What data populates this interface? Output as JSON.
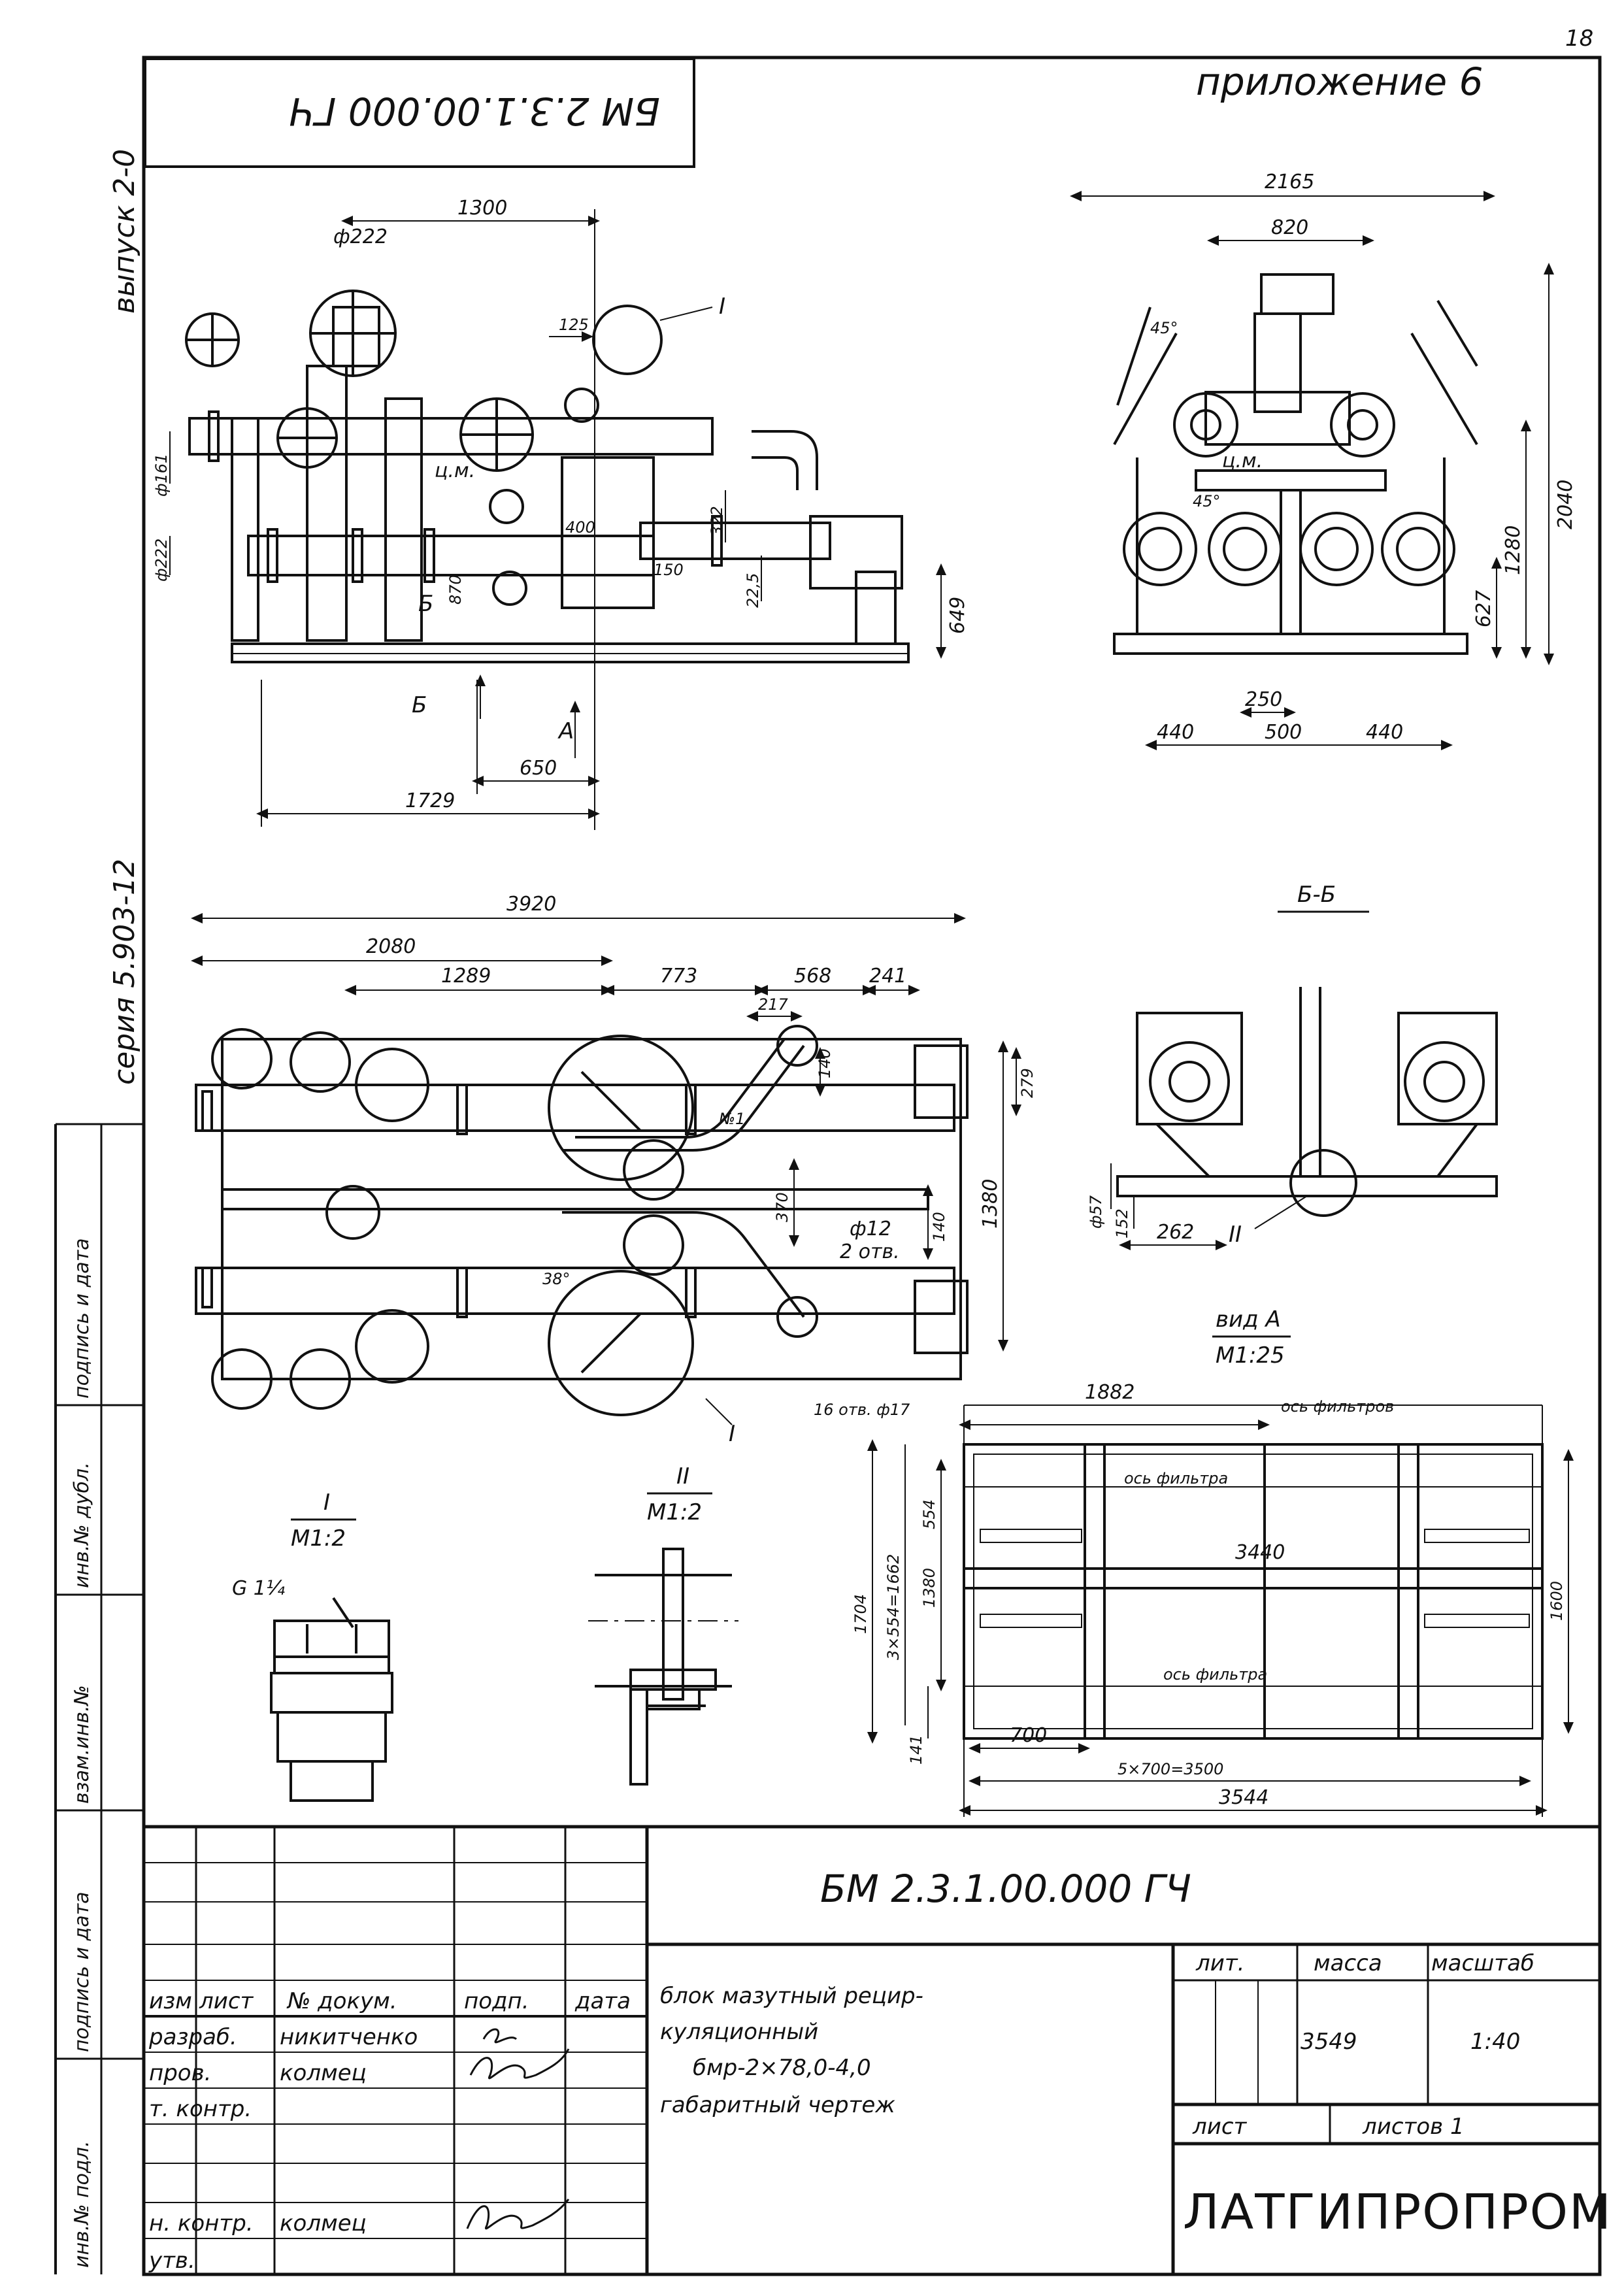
{
  "sheet": {
    "page_number": "18",
    "appendix": "приложение 6",
    "rotated_code": "БМ 2.3.1.00.000 ГЧ"
  },
  "left_margin": {
    "issue": "выпуск 2-0",
    "series": "серия 5.903-12",
    "stamps": [
      "инв.№ подл.",
      "подпись и дата",
      "взам.инв.№",
      "инв.№ дубл.",
      "подпись и дата"
    ]
  },
  "views": {
    "front": {
      "dims": [
        "1300",
        "ф222",
        "125",
        "I",
        "ф161",
        "ф222",
        "ц.м.",
        "400",
        "150",
        "322",
        "22,5",
        "870",
        "649",
        "Б",
        "Б",
        "А",
        "650",
        "1729"
      ]
    },
    "side": {
      "dims": [
        "2165",
        "820",
        "45°",
        "ц.м.",
        "45°",
        "2040",
        "1280",
        "627",
        "250",
        "440",
        "500",
        "440"
      ]
    },
    "plan": {
      "dims": [
        "3920",
        "2080",
        "1289",
        "773",
        "568",
        "241",
        "217",
        "140",
        "279",
        "1380",
        "370",
        "ф12",
        "2 отв.",
        "140",
        "38°",
        "№1",
        "I"
      ]
    },
    "section_bb": {
      "title": "Б-Б",
      "dims": [
        "ф57",
        "152",
        "262",
        "II"
      ]
    },
    "view_a": {
      "title": "вид А",
      "scale": "М1:25",
      "dims": [
        "16 отв. ф17",
        "1882",
        "ось фильтров",
        "ось фильтра",
        "554",
        "3440",
        "1704",
        "3×554=1662",
        "1380",
        "1600",
        "ось фильтра",
        "141",
        "700",
        "5×700=3500",
        "3544"
      ]
    },
    "detail_1": {
      "title": "I",
      "scale": "М1:2",
      "thread": "G 1¼"
    },
    "detail_2": {
      "title": "II",
      "scale": "М1:2"
    }
  },
  "title_block": {
    "code": "БМ 2.3.1.00.000 ГЧ",
    "headers": [
      "изм",
      "лист",
      "№ докум.",
      "подп.",
      "дата"
    ],
    "roles": [
      {
        "role": "разраб.",
        "name": "никитченко"
      },
      {
        "role": "пров.",
        "name": "колмец"
      },
      {
        "role": "т. контр.",
        "name": ""
      },
      {
        "role": "",
        "name": ""
      },
      {
        "role": "н. контр.",
        "name": "колмец"
      },
      {
        "role": "утв.",
        "name": ""
      }
    ],
    "name_lines": [
      "блок мазутный рецир-",
      "куляционный",
      "бмр-2×78,0-4,0",
      "габаритный чертеж"
    ],
    "lit_label": "лит.",
    "mass_label": "масса",
    "scale_label": "масштаб",
    "mass": "3549",
    "scale": "1:40",
    "sheet_label": "лист",
    "sheets_label": "листов 1",
    "org": "ЛАТГИПРОПРОМ"
  }
}
